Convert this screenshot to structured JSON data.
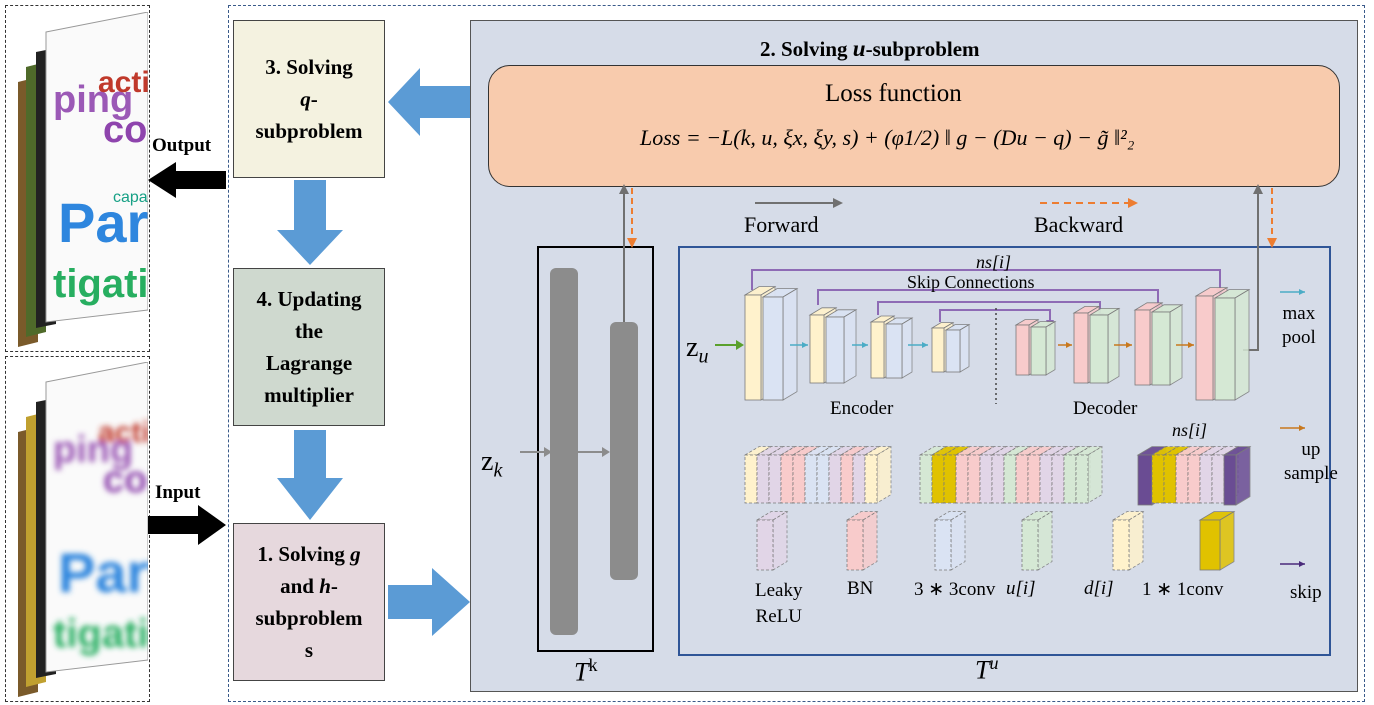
{
  "steps": {
    "step3_line1": "3. Solving",
    "step3_var": "q",
    "step3_line2": "-",
    "step3_line3": "subproblem",
    "step4_line1": "4. Updating",
    "step4_line2": "the",
    "step4_line3": "Lagrange",
    "step4_line4": "multiplier",
    "step1_line1": "1. Solving",
    "step1_var_g": "g",
    "step1_and": "and",
    "step1_var_h": "h",
    "step1_dash": "-",
    "step1_line3": "subproblem",
    "step1_line4": "s"
  },
  "io": {
    "output": "Output",
    "input": "Input"
  },
  "panel": {
    "title_prefix": "2. Solving ",
    "title_var": "u",
    "title_suffix": "-subproblem",
    "loss_title": "Loss function",
    "loss_formula": "Loss = −L(k, u, ξx, ξy, s) + (φ1/2) ‖ g − (Du − q) − g̃ ‖²₂",
    "forward": "Forward",
    "backward": "Backward",
    "tk": "T",
    "tk_sup": "k",
    "tu": "T",
    "tu_sup": "u",
    "zk": "z",
    "zk_sub": "k",
    "zu": "z",
    "zu_sub": "u"
  },
  "unet": {
    "ns_top": "ns[i]",
    "skip_connections": "Skip Connections",
    "encoder": "Encoder",
    "decoder": "Decoder",
    "ns_mid": "ns[i]"
  },
  "legend_right": {
    "max_pool": [
      "max",
      "pool"
    ],
    "up_sample": [
      "up",
      "sample"
    ],
    "skip": "skip"
  },
  "legend_bottom": {
    "leaky": [
      "Leaky",
      "ReLU"
    ],
    "bn": "BN",
    "conv3": "3 ∗ 3conv",
    "ui": "u[i]",
    "di": "d[i]",
    "conv1": "1 ∗ 1conv"
  },
  "colors": {
    "panel_bg": "#d6dce8",
    "loss_bg": "#f8cbad",
    "step3_bg": "#f4f2e0",
    "step4_bg": "#cfd9cf",
    "step1_bg": "#e6d8dd",
    "arrow_blue": "#5b9bd5",
    "yellow": "#fff2cc",
    "blue": "#dae3f3",
    "pink": "#f8cbcb",
    "green": "#d5e8d4",
    "lilac": "#e1d5e7",
    "gold": "#e0c200",
    "purple": "#6a4c93",
    "skip_line": "#8e6bb5",
    "orange": "#ed7d31"
  }
}
